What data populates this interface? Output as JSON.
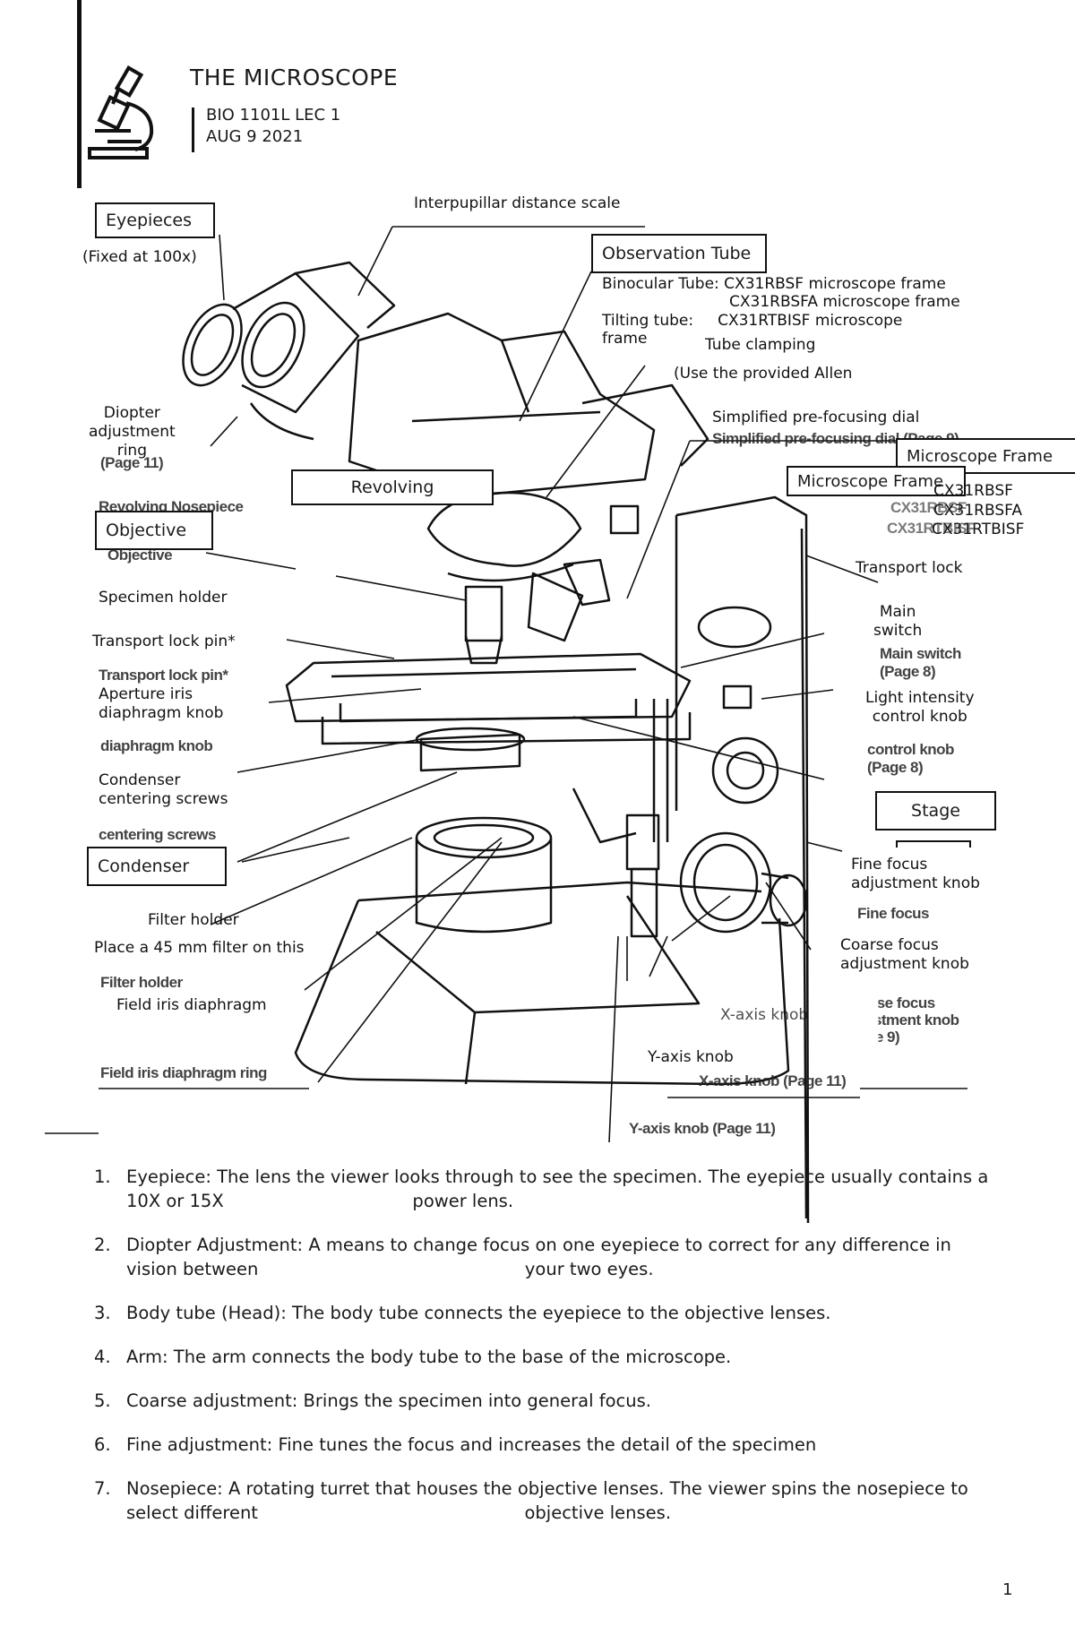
{
  "header": {
    "title": "THE MICROSCOPE",
    "course": "BIO 1101L LEC 1",
    "date": "AUG 9 2021"
  },
  "labels": {
    "eyepieces": "Eyepieces",
    "fixed": "(Fixed at 100x)",
    "interpupillar": "Interpupillar distance scale",
    "observation_tube": "Observation Tube",
    "binocular_a": "Binocular Tube: CX31RBSF microscope frame",
    "binocular_b": "CX31RBSFA microscope frame",
    "tilting": "Tilting tube:     CX31RTBISF microscope",
    "tilting_cut": "frame",
    "tube_clamping": "Tube clamping",
    "allen": "(Use the provided Allen",
    "diopter": "Diopter\nadjustment\nring",
    "diopter_page": "(Page 11)",
    "simplified": "Simplified pre-focusing dial",
    "simplified_blur": "Simplified pre-focusing dial (Page 9)",
    "microscope_frame": "Microscope Frame",
    "microscope_frame_box": "Microscope Frame",
    "frame_models_a": "CX31RBSF",
    "frame_models_b": "CX31RBSFA",
    "frame_models_c": "CX31RTBISF",
    "revolving": "Revolving",
    "revolving_blur": "Revolving Nosepiece",
    "objective": "Objective",
    "objective_blur": "Objective",
    "transport_lock_r": "Transport lock",
    "main_switch": "Main\nswitch",
    "main_switch_blur": "Main switch\n(Page 8)",
    "specimen_holder": "Specimen holder",
    "transport_pin": "Transport lock pin*",
    "transport_pin_blur": "Transport lock pin*",
    "light_intensity": "Light intensity\ncontrol knob",
    "light_blur": "control knob\n(Page 8)",
    "aperture": "Aperture iris\ndiaphragm knob",
    "aperture_blur": "diaphragm knob",
    "condenser_centering": "Condenser\ncentering screws",
    "centering_blur": "centering screws",
    "stage": "Stage",
    "condenser": "Condenser",
    "fine_focus": "Fine focus\nadjustment knob",
    "fine_blur": "Fine focus",
    "filter_holder": "Filter holder",
    "place_filter": "Place a 45 mm filter on this",
    "filter_blur": "Filter holder",
    "coarse_focus": "Coarse focus\nadjustment knob",
    "coarse_blur": "Coarse focus\nadjustment knob\n(Page 9)",
    "field_iris": "Field iris diaphragm",
    "field_blur": "Field iris diaphragm ring",
    "x_axis": "X-axis knob",
    "x_axis_blur": "X-axis knob (Page 11)",
    "y_axis": "Y-axis knob",
    "y_axis_blur": "Y-axis knob (Page 11)"
  },
  "list": [
    {
      "n": "1.",
      "text": "Eyepiece: The lens the viewer looks through to see the specimen. The eyepiece usually contains a\n10X or 15X                                  power lens."
    },
    {
      "n": "2.",
      "text": "Diopter Adjustment: A means to change focus on one eyepiece to correct for any difference in\nvision between                                                your two eyes."
    },
    {
      "n": "3.",
      "text": "Body tube (Head): The body tube connects the eyepiece to the objective lenses."
    },
    {
      "n": "4.",
      "text": "Arm: The arm connects the body tube to the base of the microscope."
    },
    {
      "n": "5.",
      "text": "Coarse adjustment: Brings the specimen into general focus."
    },
    {
      "n": "6.",
      "text": "Fine adjustment: Fine tunes the focus and increases the detail of the specimen"
    },
    {
      "n": "7.",
      "text": "Nosepiece: A rotating turret that houses the objective lenses. The viewer spins the nosepiece to\nselect different                                                objective lenses."
    }
  ],
  "footer": {
    "page_number": "1"
  }
}
